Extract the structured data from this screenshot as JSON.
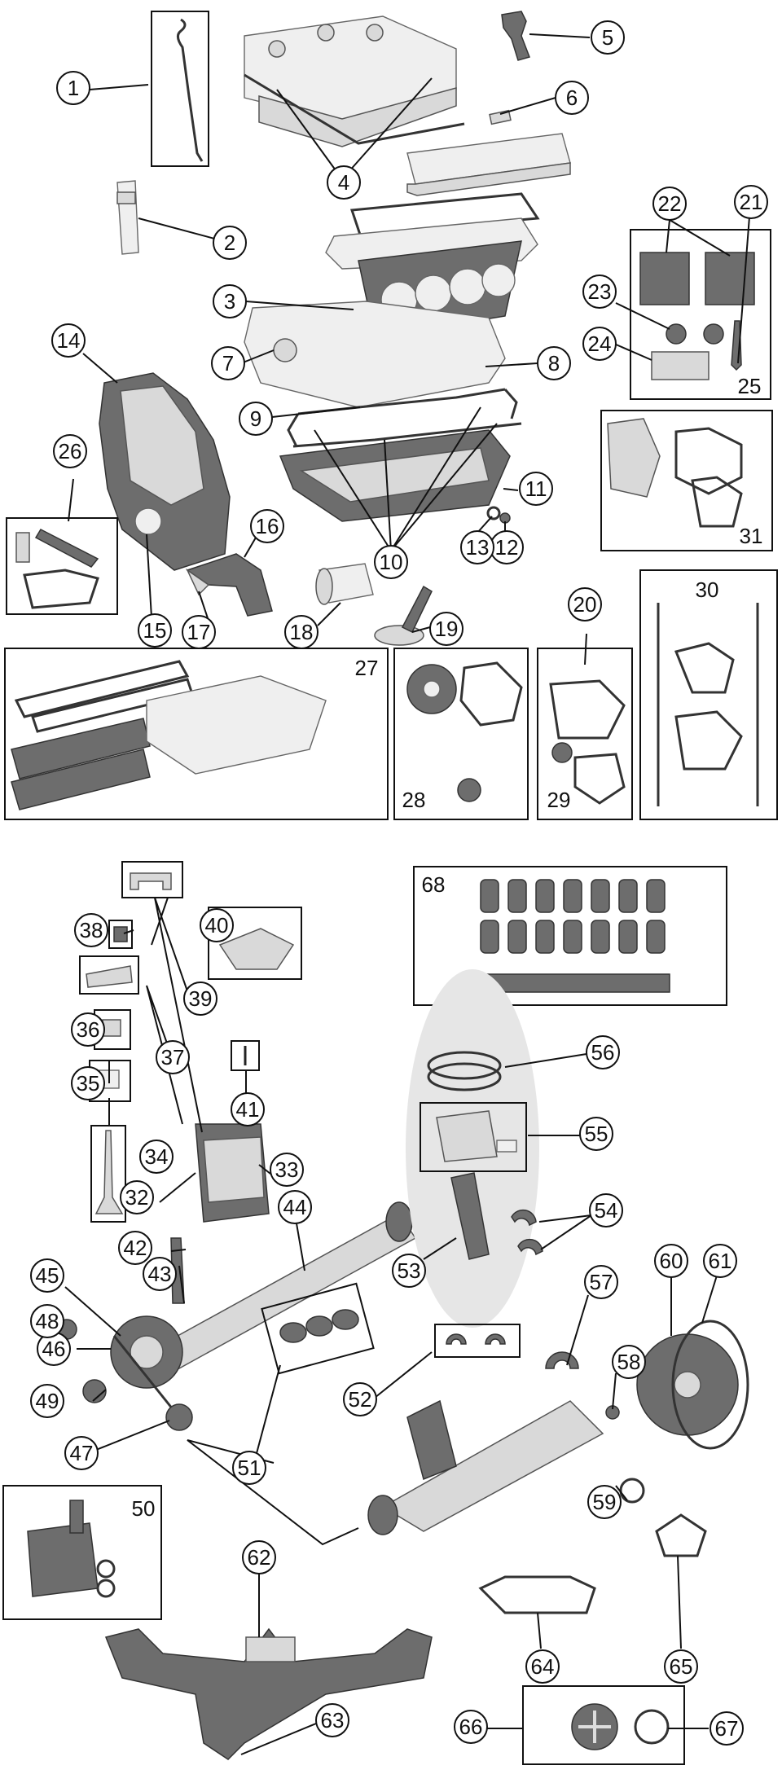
{
  "diagram": {
    "callouts": [
      {
        "n": "1"
      },
      {
        "n": "2"
      },
      {
        "n": "3"
      },
      {
        "n": "4"
      },
      {
        "n": "5"
      },
      {
        "n": "6"
      },
      {
        "n": "7"
      },
      {
        "n": "8"
      },
      {
        "n": "9"
      },
      {
        "n": "10"
      },
      {
        "n": "11"
      },
      {
        "n": "12"
      },
      {
        "n": "13"
      },
      {
        "n": "14"
      },
      {
        "n": "15"
      },
      {
        "n": "16"
      },
      {
        "n": "17"
      },
      {
        "n": "18"
      },
      {
        "n": "19"
      },
      {
        "n": "20"
      },
      {
        "n": "21"
      },
      {
        "n": "22"
      },
      {
        "n": "23"
      },
      {
        "n": "24"
      },
      {
        "n": "25"
      },
      {
        "n": "26"
      },
      {
        "n": "27"
      },
      {
        "n": "28"
      },
      {
        "n": "29"
      },
      {
        "n": "30"
      },
      {
        "n": "31"
      },
      {
        "n": "32"
      },
      {
        "n": "33"
      },
      {
        "n": "34"
      },
      {
        "n": "35"
      },
      {
        "n": "36"
      },
      {
        "n": "37"
      },
      {
        "n": "38"
      },
      {
        "n": "39"
      },
      {
        "n": "40"
      },
      {
        "n": "41"
      },
      {
        "n": "42"
      },
      {
        "n": "43"
      },
      {
        "n": "44"
      },
      {
        "n": "45"
      },
      {
        "n": "46"
      },
      {
        "n": "47"
      },
      {
        "n": "48"
      },
      {
        "n": "49"
      },
      {
        "n": "50"
      },
      {
        "n": "51"
      },
      {
        "n": "52"
      },
      {
        "n": "53"
      },
      {
        "n": "54"
      },
      {
        "n": "55"
      },
      {
        "n": "56"
      },
      {
        "n": "57"
      },
      {
        "n": "58"
      },
      {
        "n": "59"
      },
      {
        "n": "60"
      },
      {
        "n": "61"
      },
      {
        "n": "62"
      },
      {
        "n": "63"
      },
      {
        "n": "64"
      },
      {
        "n": "65"
      },
      {
        "n": "66"
      },
      {
        "n": "67"
      },
      {
        "n": "68"
      }
    ]
  }
}
